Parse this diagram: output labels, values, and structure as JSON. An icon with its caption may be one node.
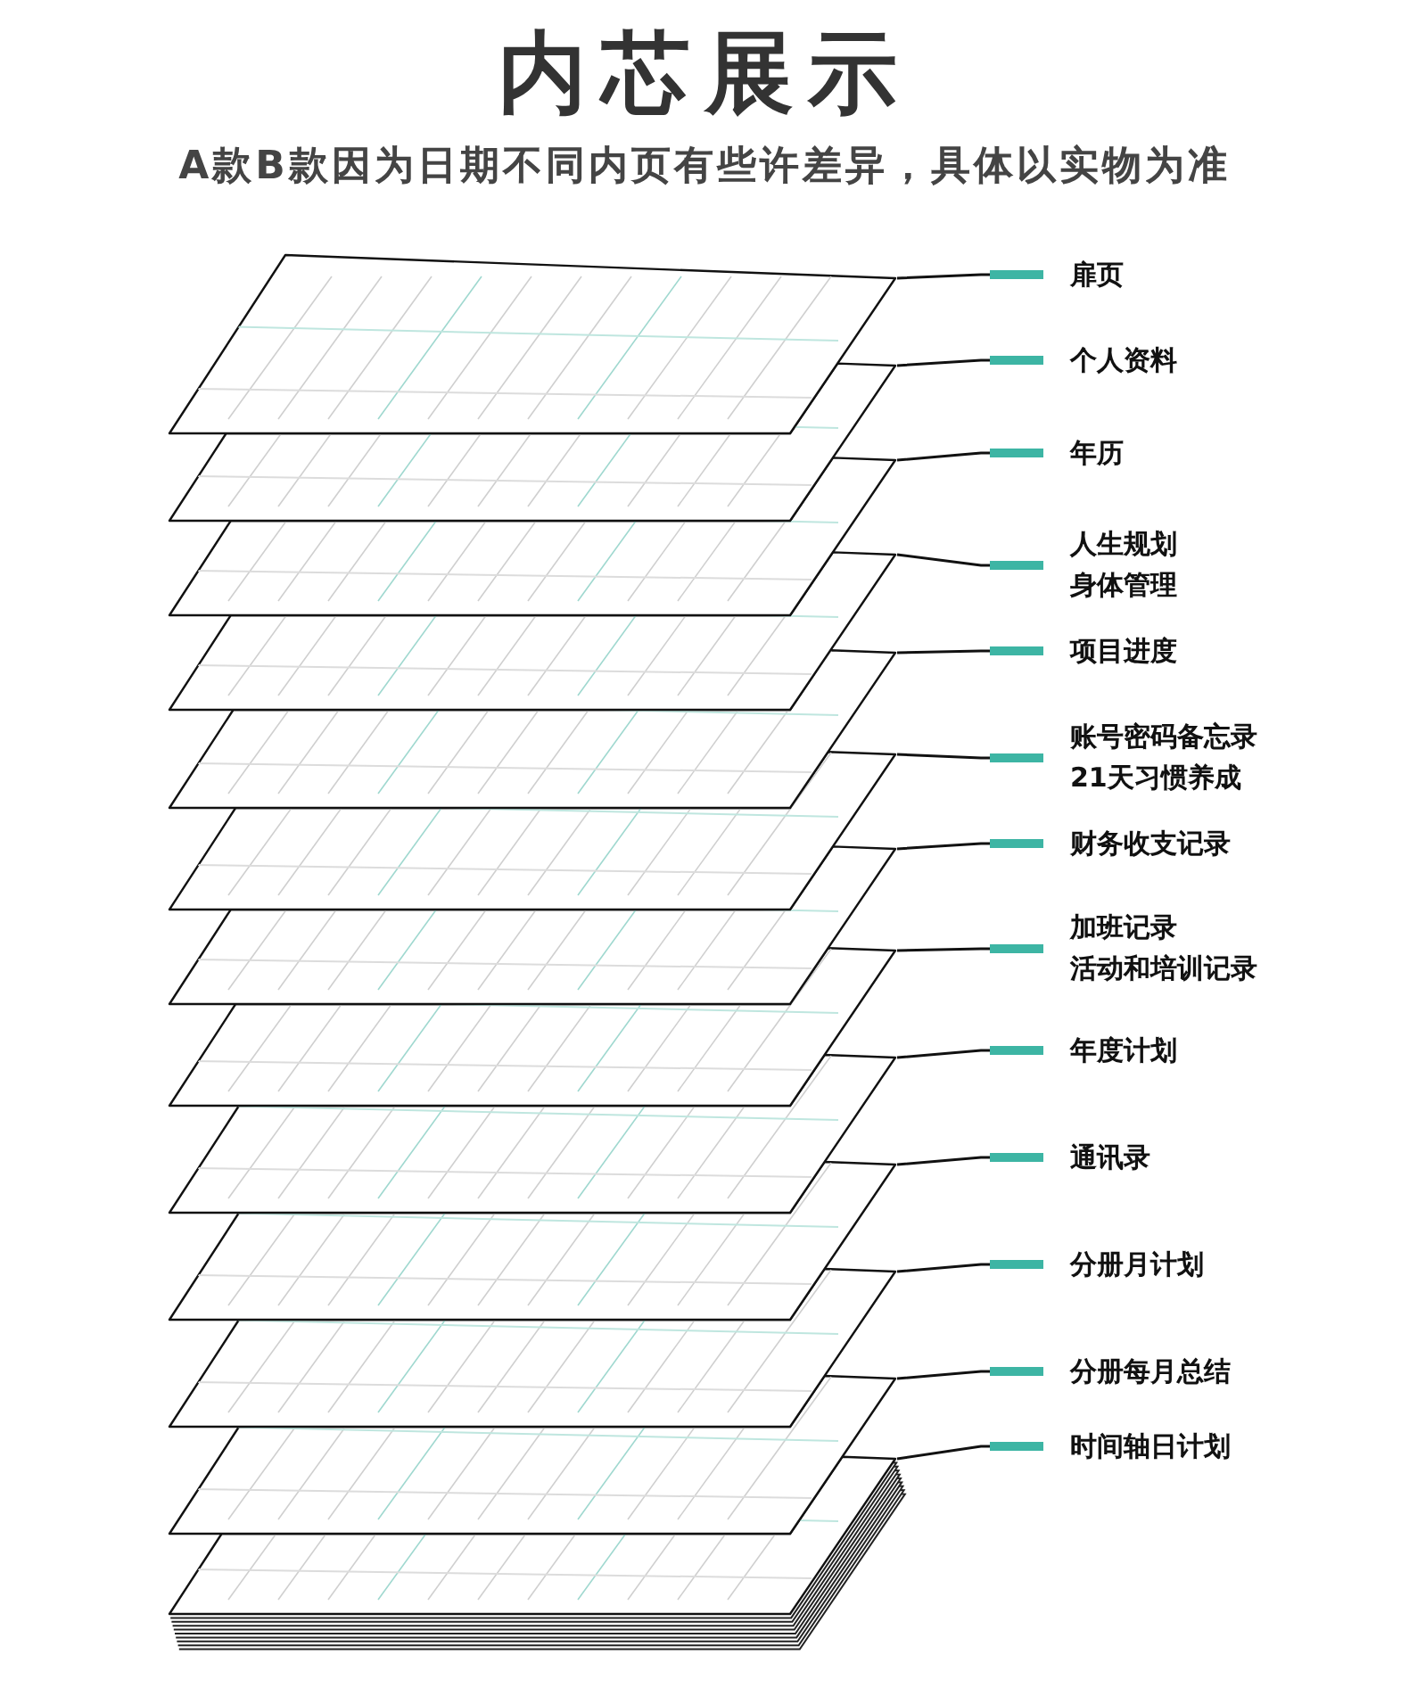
{
  "diagram": {
    "title": "内芯展示",
    "nodes": [
      {
        "text": [],
        "shape": "picture"
      },
      {
        "text": [],
        "shape": "picture"
      },
      {
        "text": [],
        "shape": "picture"
      },
      {
        "text": [],
        "shape": "picture"
      },
      {
        "text": [],
        "shape": "picture"
      },
      {
        "text": [],
        "shape": "picture"
      },
      {
        "text": [],
        "shape": "picture"
      },
      {
        "text": [],
        "shape": "picture"
      },
      {
        "text": [],
        "shape": "picture"
      },
      {
        "text": [],
        "shape": "picture"
      },
      {
        "text": [],
        "shape": "picture"
      },
      {
        "text": [],
        "shape": "picture"
      },
      {
        "text": [],
        "shape": "picture"
      },
      {
        "text": [
          "扉页"
        ]
      },
      {
        "text": [
          "个人资料"
        ]
      },
      {
        "text": [
          "年历"
        ]
      },
      {
        "text": [
          "人生规划",
          "身体管理"
        ]
      },
      {
        "text": [
          "项目进度"
        ]
      },
      {
        "text": [
          "账号密码备忘录",
          "21天习惯养成"
        ]
      },
      {
        "text": [
          "财务收支记录"
        ]
      },
      {
        "text": [
          "加班记录",
          "活动和培训记录"
        ]
      },
      {
        "text": [
          "年度计划"
        ]
      },
      {
        "text": [
          "通讯录"
        ]
      },
      {
        "text": [
          "分册月计划"
        ]
      },
      {
        "text": [
          "分册每月总结"
        ]
      },
      {
        "text": [
          "时间轴日计划"
        ]
      }
    ],
    "edges": [
      {
        "from": 13,
        "to": 0,
        "arrow": "other"
      },
      {
        "from": 14,
        "to": 1,
        "arrow": "other"
      },
      {
        "from": 15,
        "to": 2,
        "arrow": "other"
      },
      {
        "from": 16,
        "to": 3,
        "arrow": "other"
      },
      {
        "from": 17,
        "to": 4,
        "arrow": "other"
      },
      {
        "from": 18,
        "to": 5,
        "arrow": "other"
      },
      {
        "from": 19,
        "to": 6,
        "arrow": "other"
      },
      {
        "from": 20,
        "to": 7,
        "arrow": "other"
      },
      {
        "from": 21,
        "to": 8,
        "arrow": "other"
      },
      {
        "from": 22,
        "to": 9,
        "arrow": "other"
      },
      {
        "from": 23,
        "to": 10,
        "arrow": "other"
      },
      {
        "from": 24,
        "to": 11,
        "arrow": "other"
      },
      {
        "from": 25,
        "to": 12,
        "arrow": "other"
      }
    ],
    "labels": [
      "A款B款因为日期不同内页有些许差异，具体以实物为准"
    ]
  }
}
